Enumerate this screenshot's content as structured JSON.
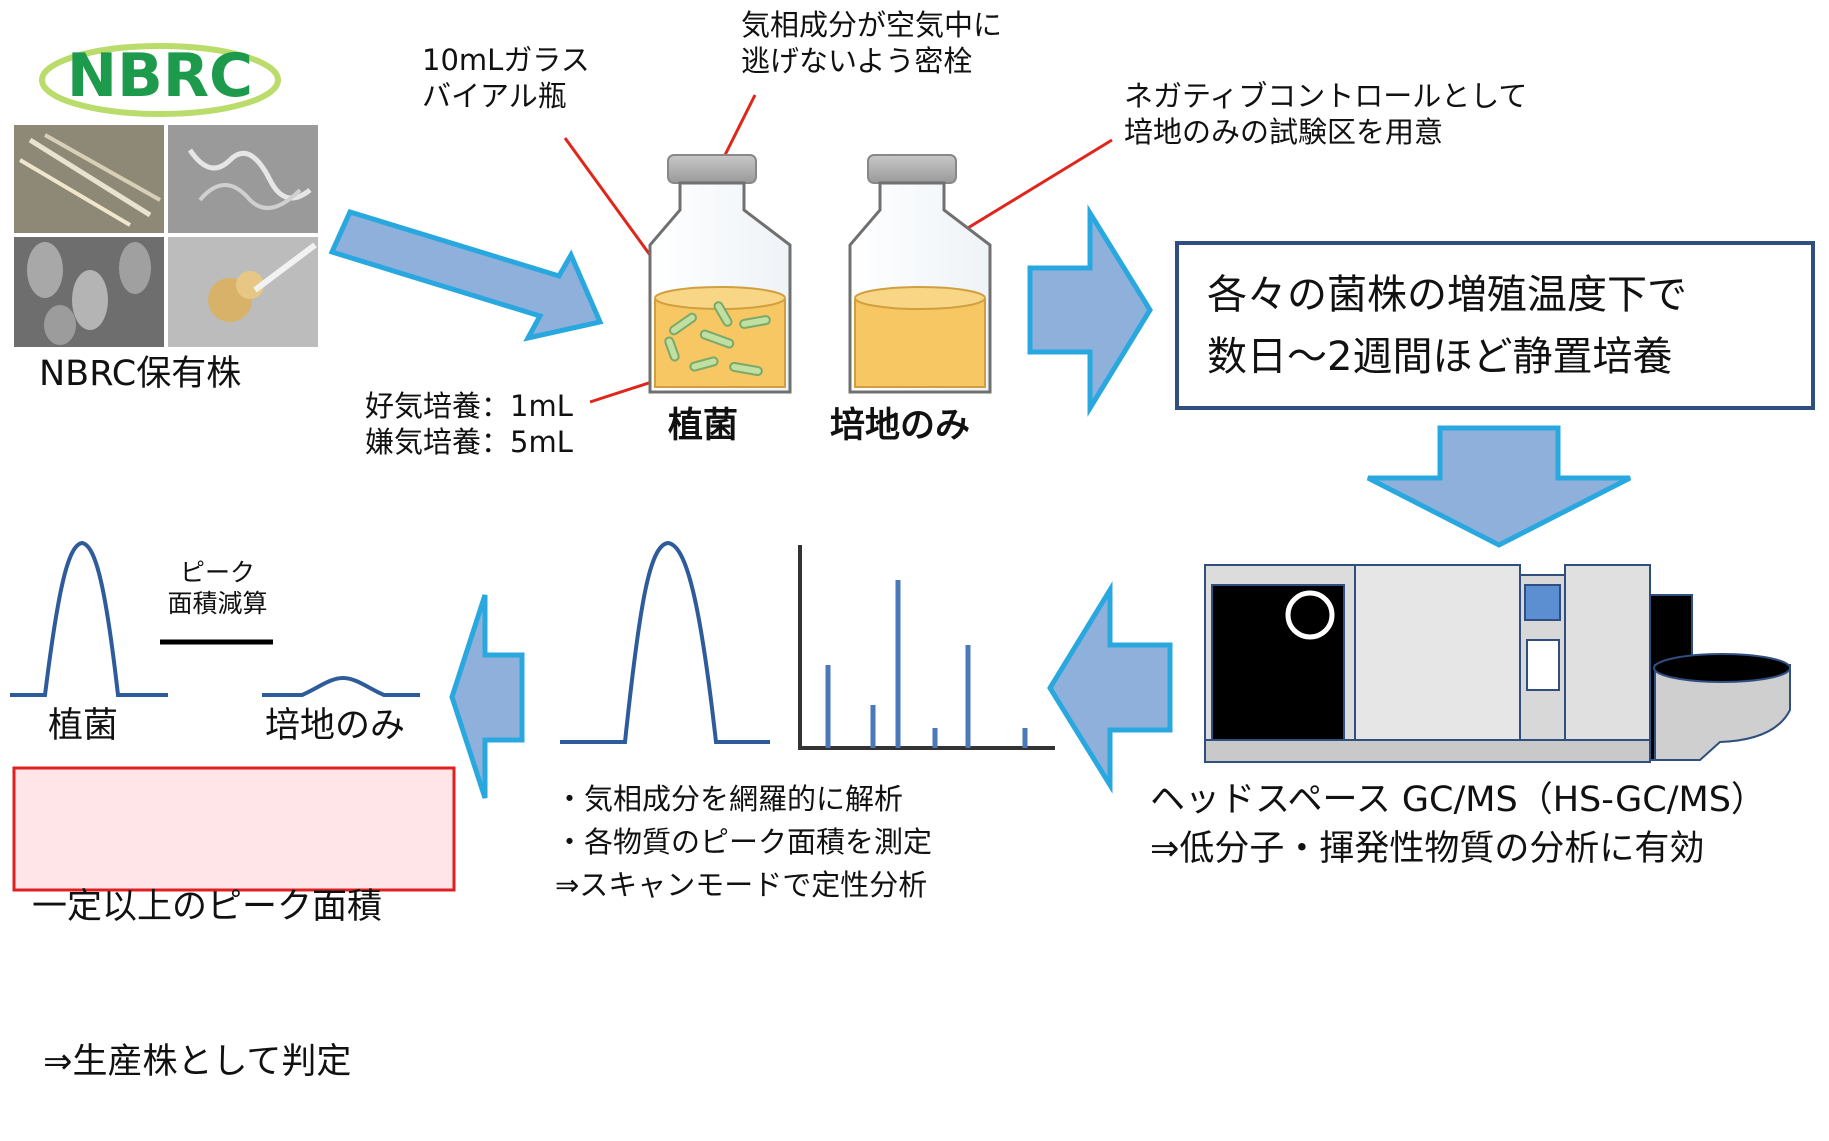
{
  "logo": {
    "text": "NBRC",
    "caption": "NBRC保有株",
    "color": "#1e9a4c"
  },
  "vial_callouts": {
    "glass_vial": [
      "10mLガラス",
      "バイアル瓶"
    ],
    "stopper": [
      "気相成分が空気中に",
      "逃げないよう密栓"
    ],
    "negative_control": [
      "ネガティブコントロールとして",
      "培地のみの試験区を用意"
    ],
    "volume": [
      "好気培養：1mL",
      "嫌気培養：5mL"
    ]
  },
  "vial_labels": {
    "inoculated": "植菌",
    "medium_only": "培地のみ"
  },
  "incubation_box": {
    "lines": [
      "各々の菌株の増殖温度下で",
      "数日～2週間ほど静置培養"
    ]
  },
  "instrument": {
    "lines": [
      "ヘッドスペース GC/MS（HS-GC/MS）",
      "⇒低分子・揮発性物質の分析に有効"
    ]
  },
  "analysis": {
    "lines": [
      "・気相成分を網羅的に解析",
      "・各物質のピーク面積を測定",
      "⇒スキャンモードで定性分析"
    ]
  },
  "subtraction": {
    "label": [
      "ピーク",
      "面積減算"
    ],
    "peak_left": "植菌",
    "peak_right": "培地のみ"
  },
  "result_box": {
    "lines": [
      "一定以上のピーク面積",
      " ⇒生産株として判定"
    ]
  },
  "colors": {
    "arrow_fill": "#8fb0db",
    "arrow_edge": "#29a8e0",
    "callout_line": "#e0261b",
    "box_border": "#2e4f7f",
    "result_border": "#e02020",
    "result_fill": "#ffe5e8",
    "medium": "#f7c763",
    "bacteria": "#bfe0a0",
    "chart_line": "#2e5b9a"
  }
}
